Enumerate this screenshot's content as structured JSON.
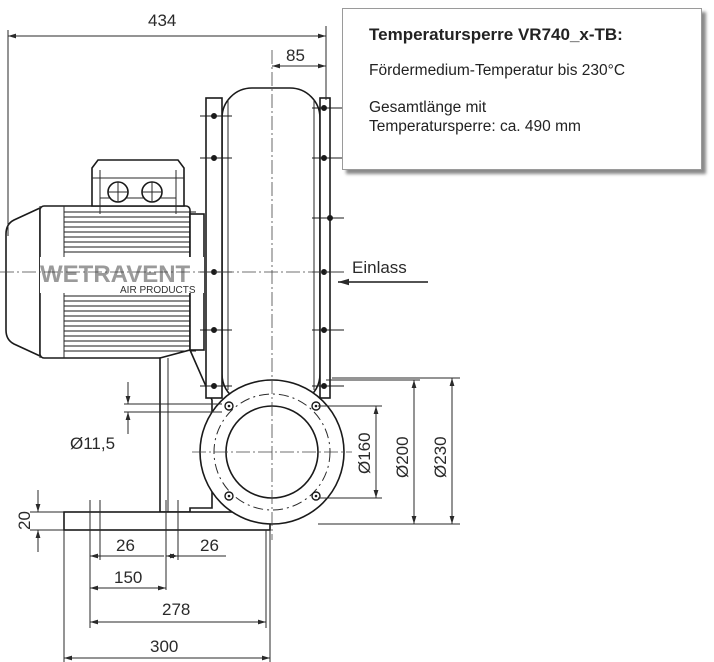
{
  "info_box": {
    "title": "Temperatursperre VR740_x-TB:",
    "line1": "Fördermedium-Temperatur bis 230°C",
    "line2": "Gesamtlänge mit",
    "line3": "Temperatursperre: ca. 490 mm"
  },
  "logo": {
    "brand": "WETRAVENT",
    "subline": "AIR PRODUCTS"
  },
  "labels": {
    "inlet": "Einlass"
  },
  "dimensions": {
    "total_length": "434",
    "inlet_offset": "85",
    "bolt_hole": "Ø11,5",
    "d_inner": "Ø160",
    "d_bolt_circle": "Ø200",
    "d_outer": "Ø230",
    "foot_height": "20",
    "slot_left": "26",
    "slot_right": "26",
    "hole_spacing_150": "150",
    "hole_spacing_278": "278",
    "foot_length": "300"
  }
}
